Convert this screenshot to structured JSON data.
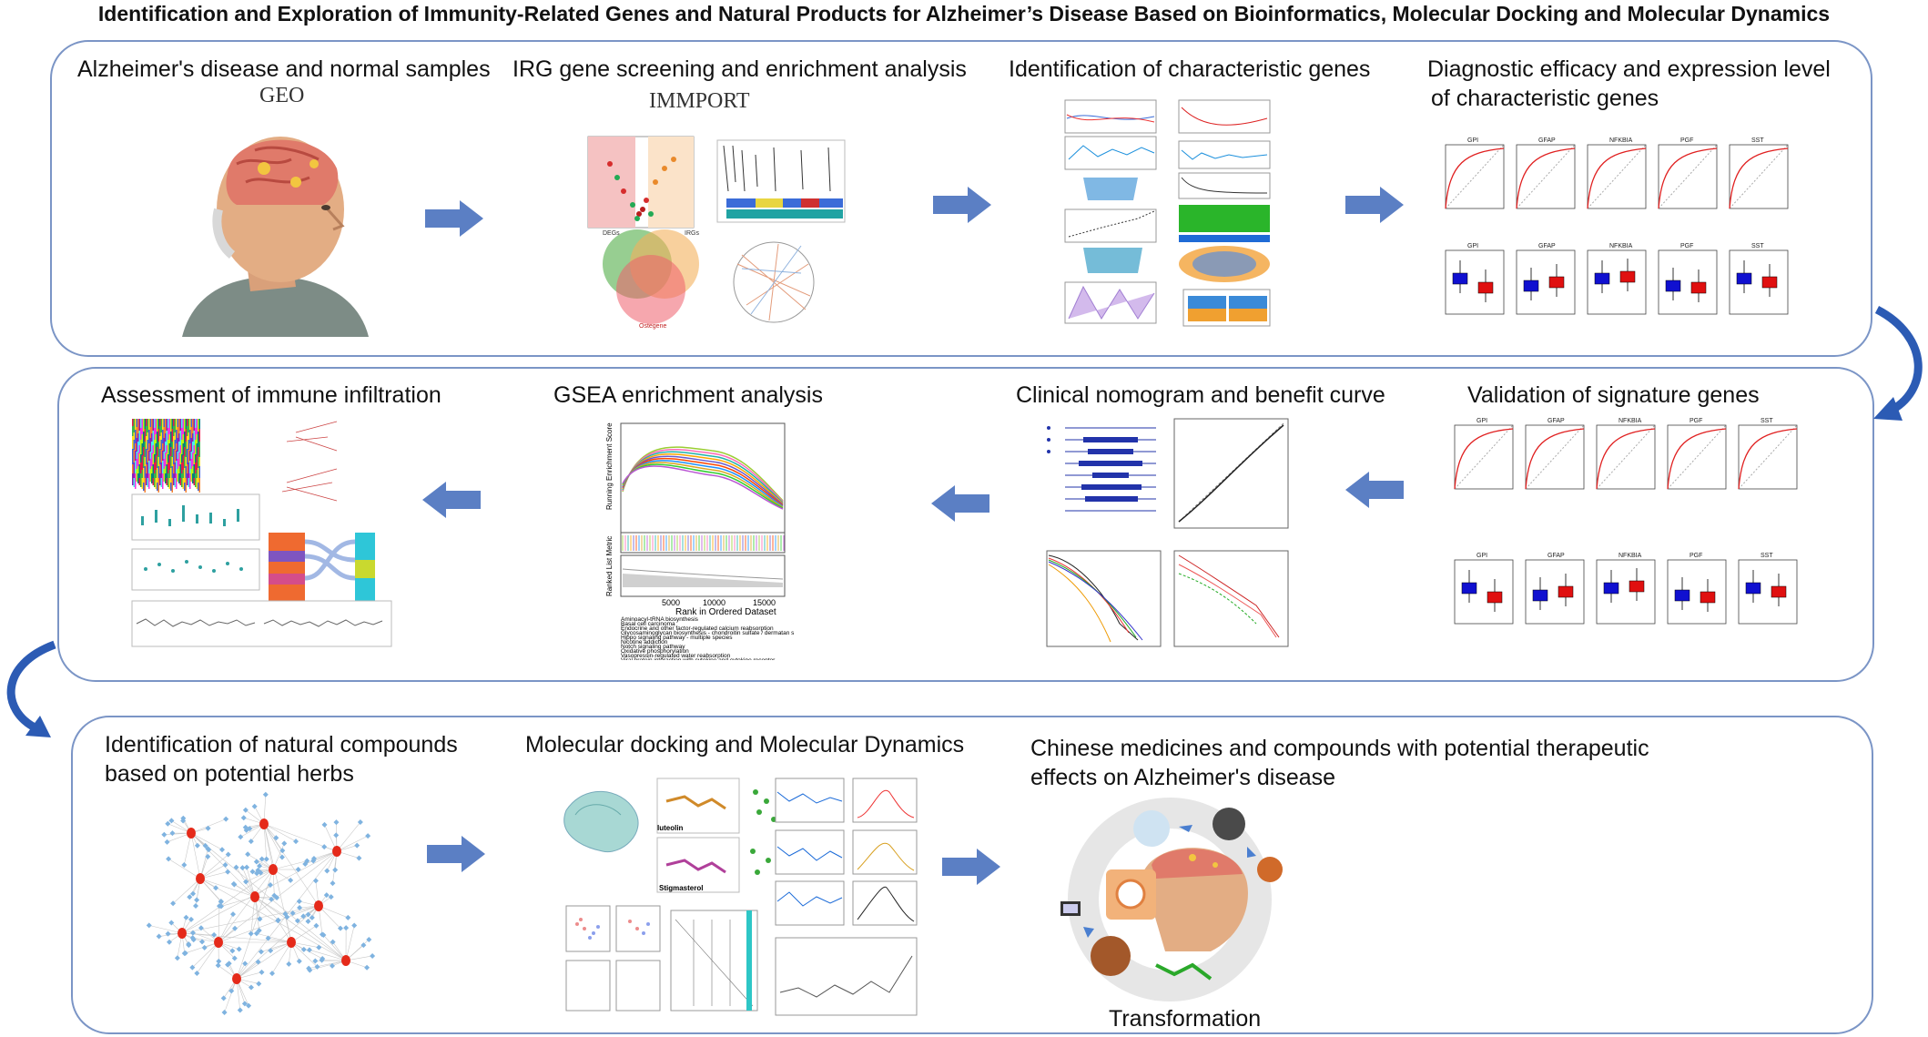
{
  "title": "Identification and Exploration of Immunity-Related Genes and Natural Products for Alzheimer’s Disease Based on Bioinformatics, Molecular Docking and Molecular Dynamics",
  "row1": {
    "step1": {
      "label": "Alzheimer's disease and normal samples",
      "source": "GEO"
    },
    "step2": {
      "label": "IRG gene screening and enrichment analysis",
      "source": "IMMPORT"
    },
    "step3": {
      "label": "Identification of characteristic genes"
    },
    "step4": {
      "label_line1": "Diagnostic efficacy  and expression level",
      "label_line2": "of characteristic genes"
    }
  },
  "row2": {
    "step5": {
      "label": "Validation of signature genes"
    },
    "step6": {
      "label": "Clinical nomogram and benefit curve"
    },
    "step7": {
      "label": "GSEA enrichment analysis"
    },
    "step8": {
      "label": "Assessment of immune infiltration"
    }
  },
  "row3": {
    "step9": {
      "label_line1": "Identification of natural compounds",
      "label_line2": "based on potential herbs"
    },
    "step10": {
      "label": "Molecular docking and Molecular Dynamics"
    },
    "step11": {
      "label_line1": "Chinese medicines and compounds with potential therapeutic",
      "label_line2": "effects on Alzheimer's disease",
      "caption": "Transformation"
    }
  },
  "genes": [
    "GPI",
    "GFAP",
    "NFKBIA",
    "PGF",
    "SST"
  ],
  "venn_labels": [
    "DEGs",
    "IRGs",
    "Ostegene"
  ],
  "gsea": {
    "axis_top": "Running Enrichment Score",
    "axis_bottom": "Ranked List Metric",
    "xlabel": "Rank in Ordered Dataset",
    "terms": [
      "Aminoacyl-tRNA biosynthesis",
      "Basal cell carcinoma",
      "Endocrine and other factor-regulated calcium reabsorption",
      "Glycosaminoglycan biosynthesis - chondroitin sulfate / dermatan sulfate",
      "Hippo signaling pathway - multiple species",
      "Nicotine addiction",
      "Notch signaling pathway",
      "Oxidative phosphorylation",
      "Vasopressin-regulated water reabsorption",
      "Viral protein interaction with cytokine and cytokine receptor"
    ],
    "ticks": [
      "5000",
      "10000",
      "15000"
    ]
  },
  "docking_labels": [
    "luteolin",
    "Stigmasterol"
  ],
  "colors": {
    "border": "#7b95c6",
    "arrow": "#5b7fc4",
    "ad": "#1010d0",
    "con": "#e01010"
  }
}
